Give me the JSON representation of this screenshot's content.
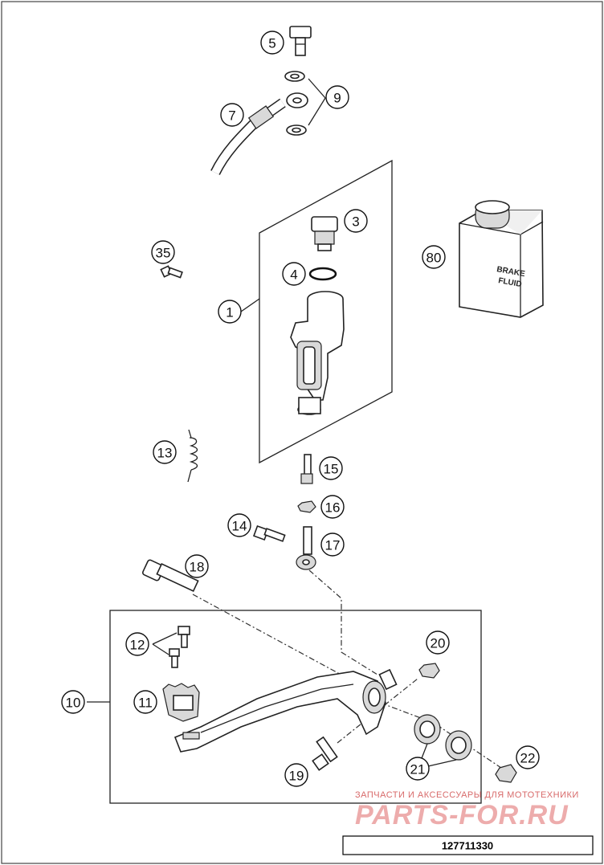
{
  "callouts": [
    {
      "label": "5"
    },
    {
      "label": "9"
    },
    {
      "label": "7"
    },
    {
      "label": "3"
    },
    {
      "label": "80"
    },
    {
      "label": "35"
    },
    {
      "label": "4"
    },
    {
      "label": "1"
    },
    {
      "label": "13"
    },
    {
      "label": "15"
    },
    {
      "label": "16"
    },
    {
      "label": "14"
    },
    {
      "label": "17"
    },
    {
      "label": "18"
    },
    {
      "label": "12"
    },
    {
      "label": "20"
    },
    {
      "label": "10"
    },
    {
      "label": "11"
    },
    {
      "label": "21"
    },
    {
      "label": "22"
    },
    {
      "label": "19"
    }
  ],
  "fluid_bottle": {
    "line1": "BRAKE",
    "line2": "FLUID"
  },
  "watermark": {
    "small": "ЗАПЧАСТИ И АКСЕССУАРЫ ДЛЯ МОТОТЕХНИКИ",
    "big": "PARTS-FOR.RU"
  },
  "reference_number": "127711330"
}
